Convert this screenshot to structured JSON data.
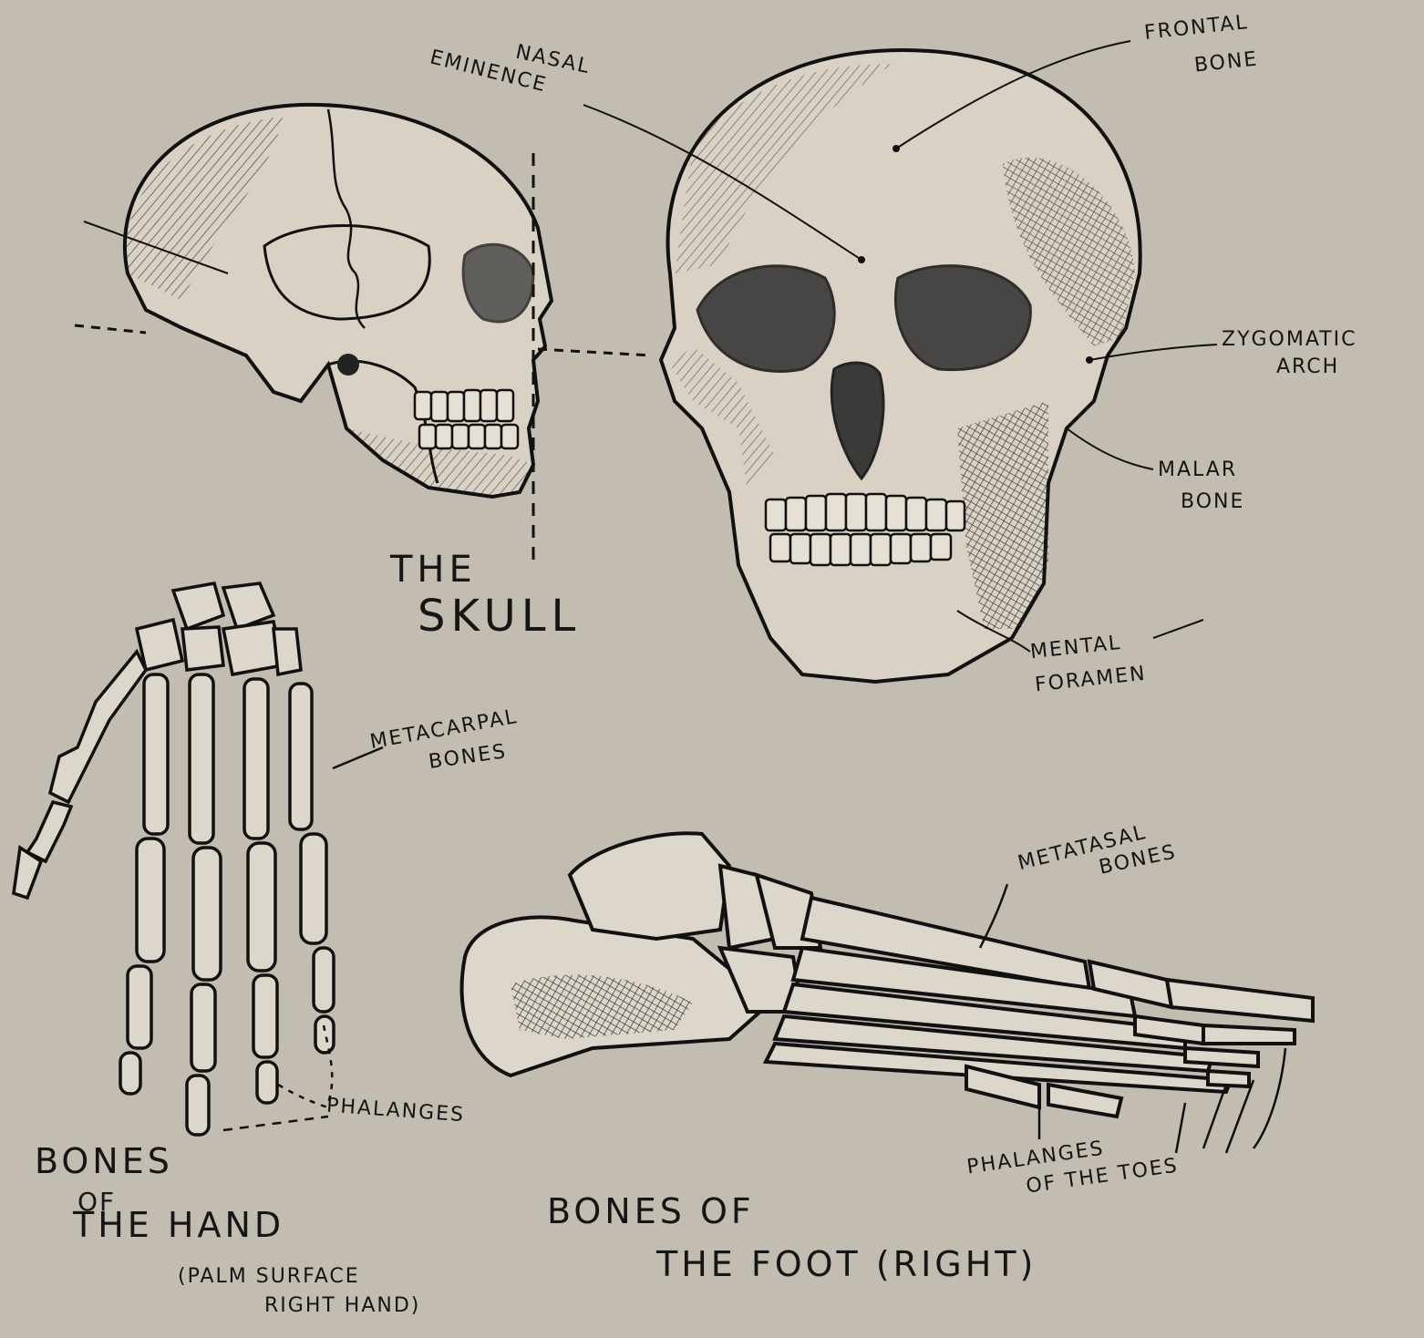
{
  "skull": {
    "title_line1": "THE",
    "title_line2": "SKULL",
    "nasal_eminence_1": "NASAL",
    "nasal_eminence_2": "EMINENCE",
    "frontal_bone_1": "FRONTAL",
    "frontal_bone_2": "BONE",
    "zygomatic_arch_1": "ZYGOMATIC",
    "zygomatic_arch_2": "ARCH",
    "malar_bone_1": "MALAR",
    "malar_bone_2": "BONE",
    "mental_foramen_1": "MENTAL",
    "mental_foramen_2": "FORAMEN"
  },
  "hand": {
    "metacarpal_1": "METACARPAL",
    "metacarpal_2": "BONES",
    "phalanges": "PHALANGES",
    "title_line1": "Bones",
    "title_line2": "of",
    "title_line3": "the Hand",
    "note_line1": "(PALM SURFACE",
    "note_line2": "RIGHT HAND)"
  },
  "foot": {
    "metatarsal_1": "METATASAL",
    "metatarsal_2": "BONES",
    "phalanges_1": "PHALANGES",
    "phalanges_2": "OF THE TOES",
    "title_line1": "Bones of",
    "title_line2": "the Foot (Right)"
  },
  "colors": {
    "paper": "#c3bcb0",
    "ink": "#151515",
    "bone": "#ddd7cb",
    "shadow": "#3a3a3a"
  }
}
